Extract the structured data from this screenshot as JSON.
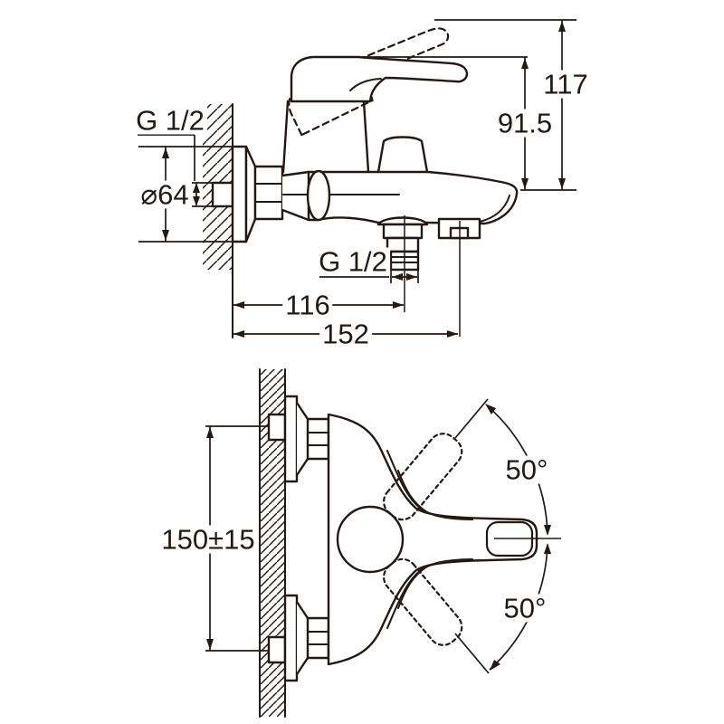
{
  "drawing": {
    "background": "#ffffff",
    "line_color": "#241812",
    "side_view": {
      "wall_thread_label": "G 1/2",
      "flange_diameter_label": "⌀64",
      "total_height_label": "117",
      "spout_height_label": "91.5",
      "shower_thread_label": "G 1/2",
      "spout_reach_label": "116",
      "total_depth_label": "152"
    },
    "plan_view": {
      "connection_spacing_label": "150±15",
      "handle_swing_upper_label": "50°",
      "handle_swing_lower_label": "50°"
    }
  }
}
